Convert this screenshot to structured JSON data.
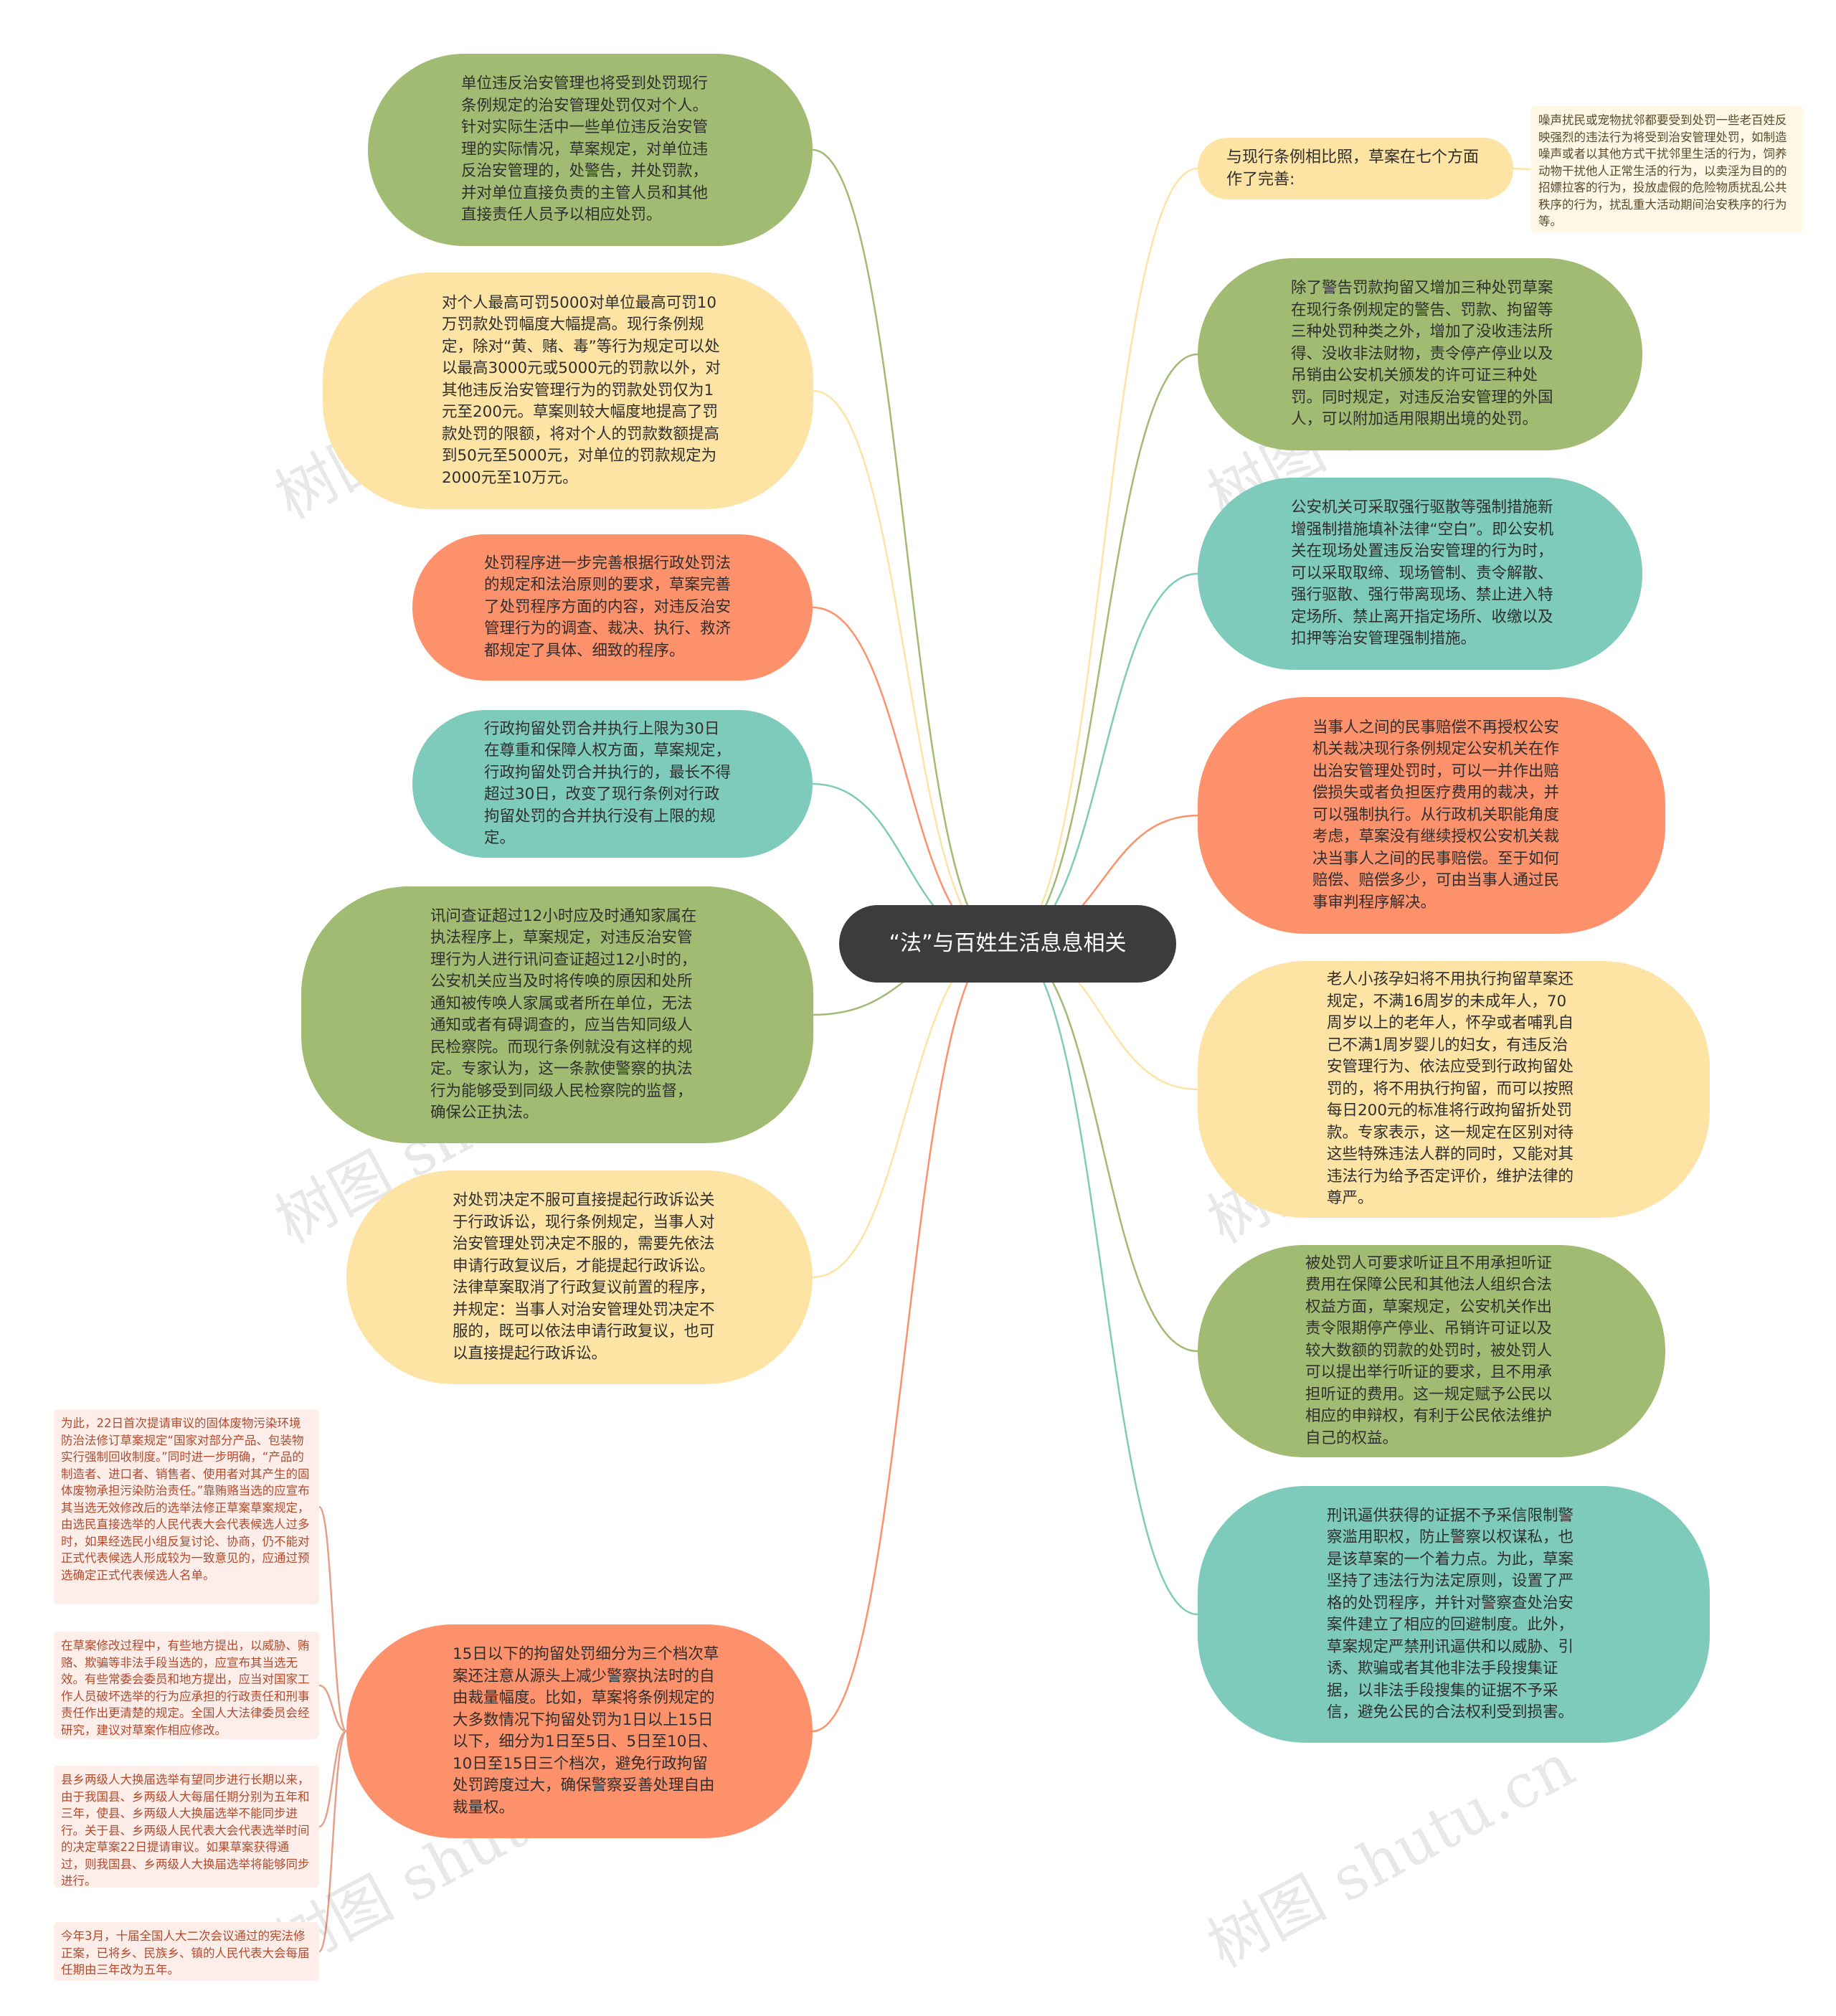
{
  "center": {
    "title": "“法”与百姓生活息息相关"
  },
  "left_nodes": [
    {
      "text": "单位违反治安管理也将受到处罚现行条例规定的治安管理处罚仅对个人。针对实际生活中一些单位违反治安管理的实际情况，草案规定，对单位违反治安管理的，处警告，并处罚款，并对单位直接负责的主管人员和其他直接责任人员予以相应处罚。",
      "color": "#a1bb72"
    },
    {
      "text": "对个人最高可罚5000对单位最高可罚10万罚款处罚幅度大幅提高。现行条例规定，除对“黄、赌、毒”等行为规定可以处以最高3000元或5000元的罚款以外，对其他违反治安管理行为的罚款处罚仅为1元至200元。草案则较大幅度地提高了罚款处罚的限额，将对个人的罚款数额提高到50元至5000元，对单位的罚款规定为2000元至10万元。",
      "color": "#fde3a4"
    },
    {
      "text": "处罚程序进一步完善根据行政处罚法的规定和法治原则的要求，草案完善了处罚程序方面的内容，对违反治安管理行为的调查、裁决、执行、救济都规定了具体、细致的程序。",
      "color": "#fc916b"
    },
    {
      "text": "行政拘留处罚合并执行上限为30日在尊重和保障人权方面，草案规定，行政拘留处罚合并执行的，最长不得超过30日，改变了现行条例对行政拘留处罚的合并执行没有上限的规定。",
      "color": "#7ecbbb"
    },
    {
      "text": "讯问查证超过12小时应及时通知家属在执法程序上，草案规定，对违反治安管理行为人进行讯问查证超过12小时的，公安机关应当及时将传唤的原因和处所通知被传唤人家属或者所在单位，无法通知或者有碍调查的，应当告知同级人民检察院。而现行条例就没有这样的规定。专家认为，这一条款使警察的执法行为能够受到同级人民检察院的监督，确保公正执法。",
      "color": "#a1bb72"
    },
    {
      "text": "对处罚决定不服可直接提起行政诉讼关于行政诉讼，现行条例规定，当事人对治安管理处罚决定不服的，需要先依法申请行政复议后，才能提起行政诉讼。法律草案取消了行政复议前置的程序，并规定：当事人对治安管理处罚决定不服的，既可以依法申请行政复议，也可以直接提起行政诉讼。",
      "color": "#fde3a4"
    },
    {
      "text": "15日以下的拘留处罚细分为三个档次草案还注意从源头上减少警察执法时的自由裁量幅度。比如，草案将条例规定的大多数情况下拘留处罚为1日以上15日以下，细分为1日至5日、5日至10日、10日至15日三个档次，避免行政拘留处罚跨度过大，确保警察妥善处理自由裁量权。",
      "color": "#fc916b"
    }
  ],
  "right_nodes": [
    {
      "text": "与现行条例相比照，草案在七个方面作了完善:"
    },
    {
      "text": "除了警告罚款拘留又增加三种处罚草案在现行条例规定的警告、罚款、拘留等三种处罚种类之外，增加了没收违法所得、没收非法财物，责令停产停业以及吊销由公安机关颁发的许可证三种处罚。同时规定，对违反治安管理的外国人，可以附加适用限期出境的处罚。",
      "color": "#a1bb72"
    },
    {
      "text": "公安机关可采取强行驱散等强制措施新增强制措施填补法律“空白”。即公安机关在现场处置违反治安管理的行为时，可以采取取缔、现场管制、责令解散、强行驱散、强行带离现场、禁止进入特定场所、禁止离开指定场所、收缴以及扣押等治安管理强制措施。",
      "color": "#7ecbbb"
    },
    {
      "text": "当事人之间的民事赔偿不再授权公安机关裁决现行条例规定公安机关在作出治安管理处罚时，可以一并作出赔偿损失或者负担医疗费用的裁决，并可以强制执行。从行政机关职能角度考虑，草案没有继续授权公安机关裁决当事人之间的民事赔偿。至于如何赔偿、赔偿多少，可由当事人通过民事审判程序解决。",
      "color": "#fc916b"
    },
    {
      "text": "老人小孩孕妇将不用执行拘留草案还规定，不满16周岁的未成年人，70周岁以上的老年人，怀孕或者哺乳自己不满1周岁婴儿的妇女，有违反治安管理行为、依法应受到行政拘留处罚的，将不用执行拘留，而可以按照每日200元的标准将行政拘留折处罚款。专家表示，这一规定在区别对待这些特殊违法人群的同时，又能对其违法行为给予否定评价，维护法律的尊严。",
      "color": "#fde3a4"
    },
    {
      "text": "被处罚人可要求听证且不用承担听证费用在保障公民和其他法人组织合法权益方面，草案规定，公安机关作出责令限期停产停业、吊销许可证以及较大数额的罚款的处罚时，被处罚人可以提出举行听证的要求，且不用承担听证的费用。这一规定赋予公民以相应的申辩权，有利于公民依法维护自己的权益。",
      "color": "#a1bb72"
    },
    {
      "text": "刑讯逼供获得的证据不予采信限制警察滥用职权，防止警察以权谋私，也是该草案的一个着力点。为此，草案坚持了违法行为法定原则，设置了严格的处罚程序，并针对警察查处治安案件建立了相应的回避制度。此外，草案规定严禁刑讯逼供和以威胁、引诱、欺骗或者其他非法手段搜集证据，以非法手段搜集的证据不予采信，避免公民的合法权利受到损害。",
      "color": "#7ecbbb"
    }
  ],
  "right_note": {
    "text": "噪声扰民或宠物扰邻都要受到处罚一些老百姓反映强烈的违法行为将受到治安管理处罚，如制造噪声或者以其他方式干扰邻里生活的行为，饲养动物干扰他人正常生活的行为，以卖淫为目的的招嫖拉客的行为，投放虚假的危险物质扰乱公共秩序的行为，扰乱重大活动期间治安秩序的行为等。"
  },
  "left_notes": [
    {
      "text": "为此，22日首次提请审议的固体废物污染环境防治法修订草案规定“国家对部分产品、包装物实行强制回收制度。”同时进一步明确，“产品的制造者、进口者、销售者、使用者对其产生的固体废物承担污染防治责任。”靠贿赂当选的应宣布其当选无效修改后的选举法修正草案草案规定，由选民直接选举的人民代表大会代表候选人过多时，如果经选民小组反复讨论、协商，仍不能对正式代表候选人形成较为一致意见的，应通过预选确定正式代表候选人名单。"
    },
    {
      "text": "在草案修改过程中，有些地方提出，以威胁、贿赂、欺骗等非法手段当选的，应宣布其当选无效。有些常委会委员和地方提出，应当对国家工作人员破坏选举的行为应承担的行政责任和刑事责任作出更清楚的规定。全国人大法律委员会经研究，建议对草案作相应修改。"
    },
    {
      "text": "县乡两级人大换届选举有望同步进行长期以来，由于我国县、乡两级人大每届任期分别为五年和三年，使县、乡两级人大换届选举不能同步进行。关于县、乡两级人民代表大会代表选举时间的决定草案22日提请审议。如果草案获得通过，则我国县、乡两级人大换届选举将能够同步进行。"
    },
    {
      "text": "今年3月，十届全国人大二次会议通过的宪法修正案，已将乡、民族乡、镇的人民代表大会每届任期由三年改为五年。"
    }
  ],
  "watermarks": [
    "树图 shutu.cn",
    "树图 shutu.cn",
    "树图 shutu.cn",
    "树图 shutu.cn",
    "树图 shutu.cn",
    "树图 shutu.cn"
  ],
  "colors": {
    "green": "#a1bb72",
    "yellow": "#fde3a4",
    "orange": "#fc916b",
    "teal": "#7ecbbb",
    "center": "#3c3c3c",
    "note_line": "#e5a08a"
  }
}
